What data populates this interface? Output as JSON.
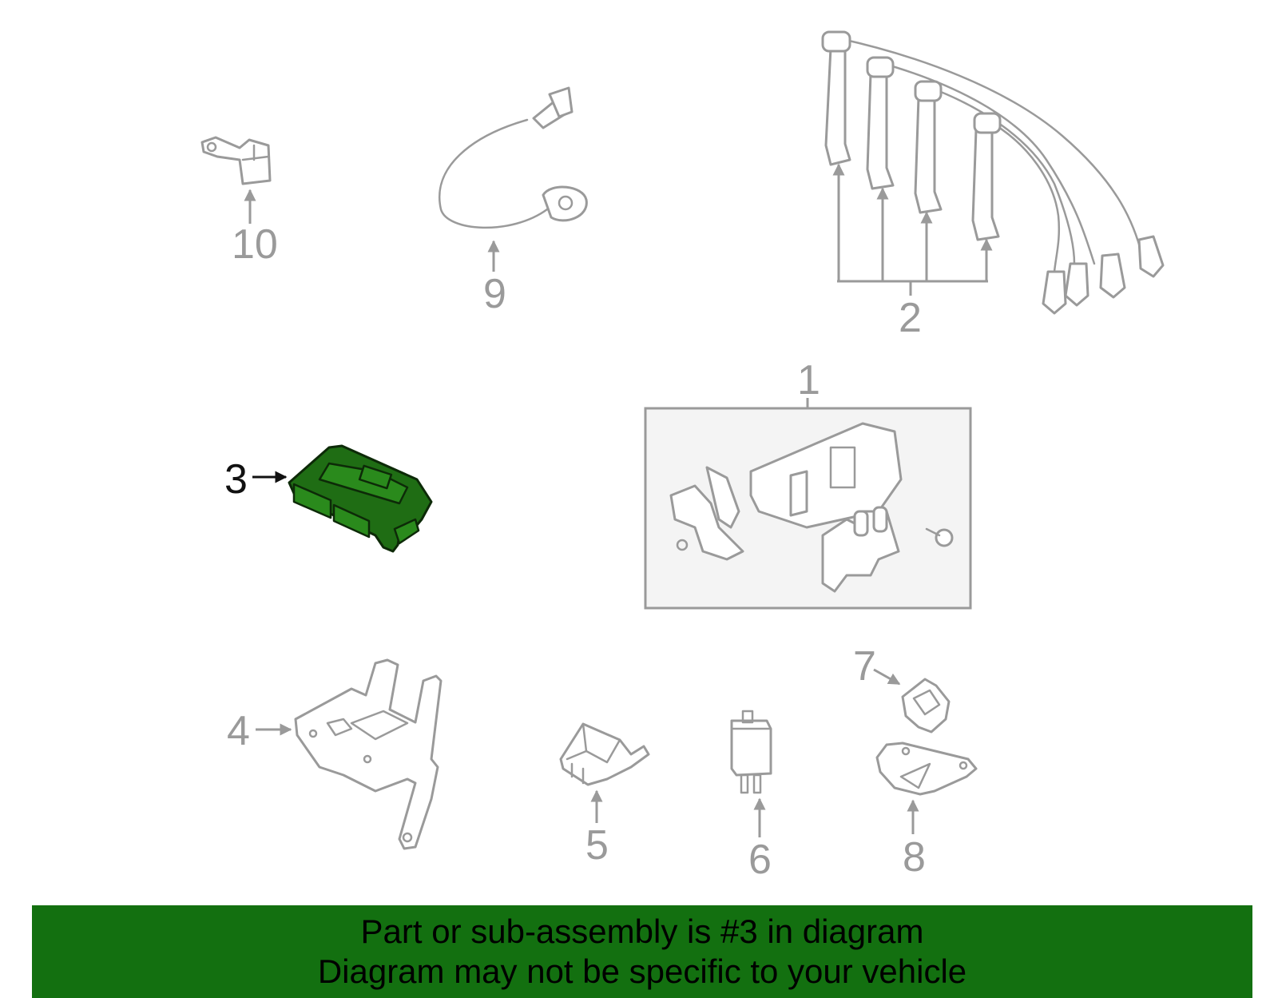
{
  "callouts": {
    "c1": "1",
    "c2": "2",
    "c3": "3",
    "c4": "4",
    "c5": "5",
    "c6": "6",
    "c7": "7",
    "c8": "8",
    "c9": "9",
    "c10": "10"
  },
  "highlight": {
    "part_number": "3",
    "part_color": "#1f6d14"
  },
  "banner": {
    "line1": "Part or sub-assembly is #3 in diagram",
    "line2": "Diagram may not be specific to your vehicle",
    "background": "#137010"
  }
}
